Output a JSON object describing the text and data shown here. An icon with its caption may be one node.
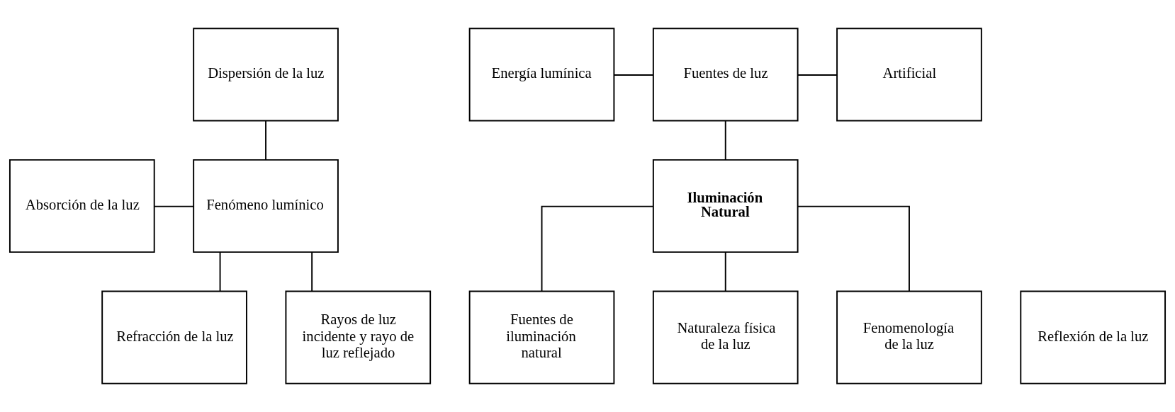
{
  "diagram": {
    "nodes": [
      {
        "text": [
          "Dispersión de la luz"
        ]
      },
      {
        "text": [
          "Energía lumínica"
        ]
      },
      {
        "text": [
          "Fuentes de luz"
        ]
      },
      {
        "text": [
          "Artificial"
        ]
      },
      {
        "text": [
          "Absorción de la luz"
        ]
      },
      {
        "text": [
          "Fenómeno lumínico"
        ]
      },
      {
        "text": [
          "Iluminación Natural"
        ]
      },
      {
        "text": [
          "Reflexión de la luz"
        ]
      },
      {
        "text": [
          "Refracción de la luz"
        ]
      },
      {
        "text": [
          "Rayos de luz incidente y rayo de luz reflejado"
        ]
      },
      {
        "text": [
          "Fuentes de iluminación natural"
        ]
      },
      {
        "text": [
          "Naturaleza física de la luz"
        ]
      },
      {
        "text": [
          "Fenomenología de la luz"
        ]
      }
    ],
    "edges": [
      {
        "from": 0,
        "to": 5,
        "arrow": "none"
      },
      {
        "from": 1,
        "to": 2,
        "arrow": "none"
      },
      {
        "from": 2,
        "to": 3,
        "arrow": "none"
      },
      {
        "from": 4,
        "to": 5,
        "arrow": "none"
      },
      {
        "from": 2,
        "to": 6,
        "arrow": "none"
      },
      {
        "from": 5,
        "to": 8,
        "arrow": "none"
      },
      {
        "from": 5,
        "to": 9,
        "arrow": "none"
      },
      {
        "from": 6,
        "to": 10,
        "arrow": "none"
      },
      {
        "from": 6,
        "to": 11,
        "arrow": "none"
      },
      {
        "from": 6,
        "to": 12,
        "arrow": "none"
      }
    ]
  }
}
